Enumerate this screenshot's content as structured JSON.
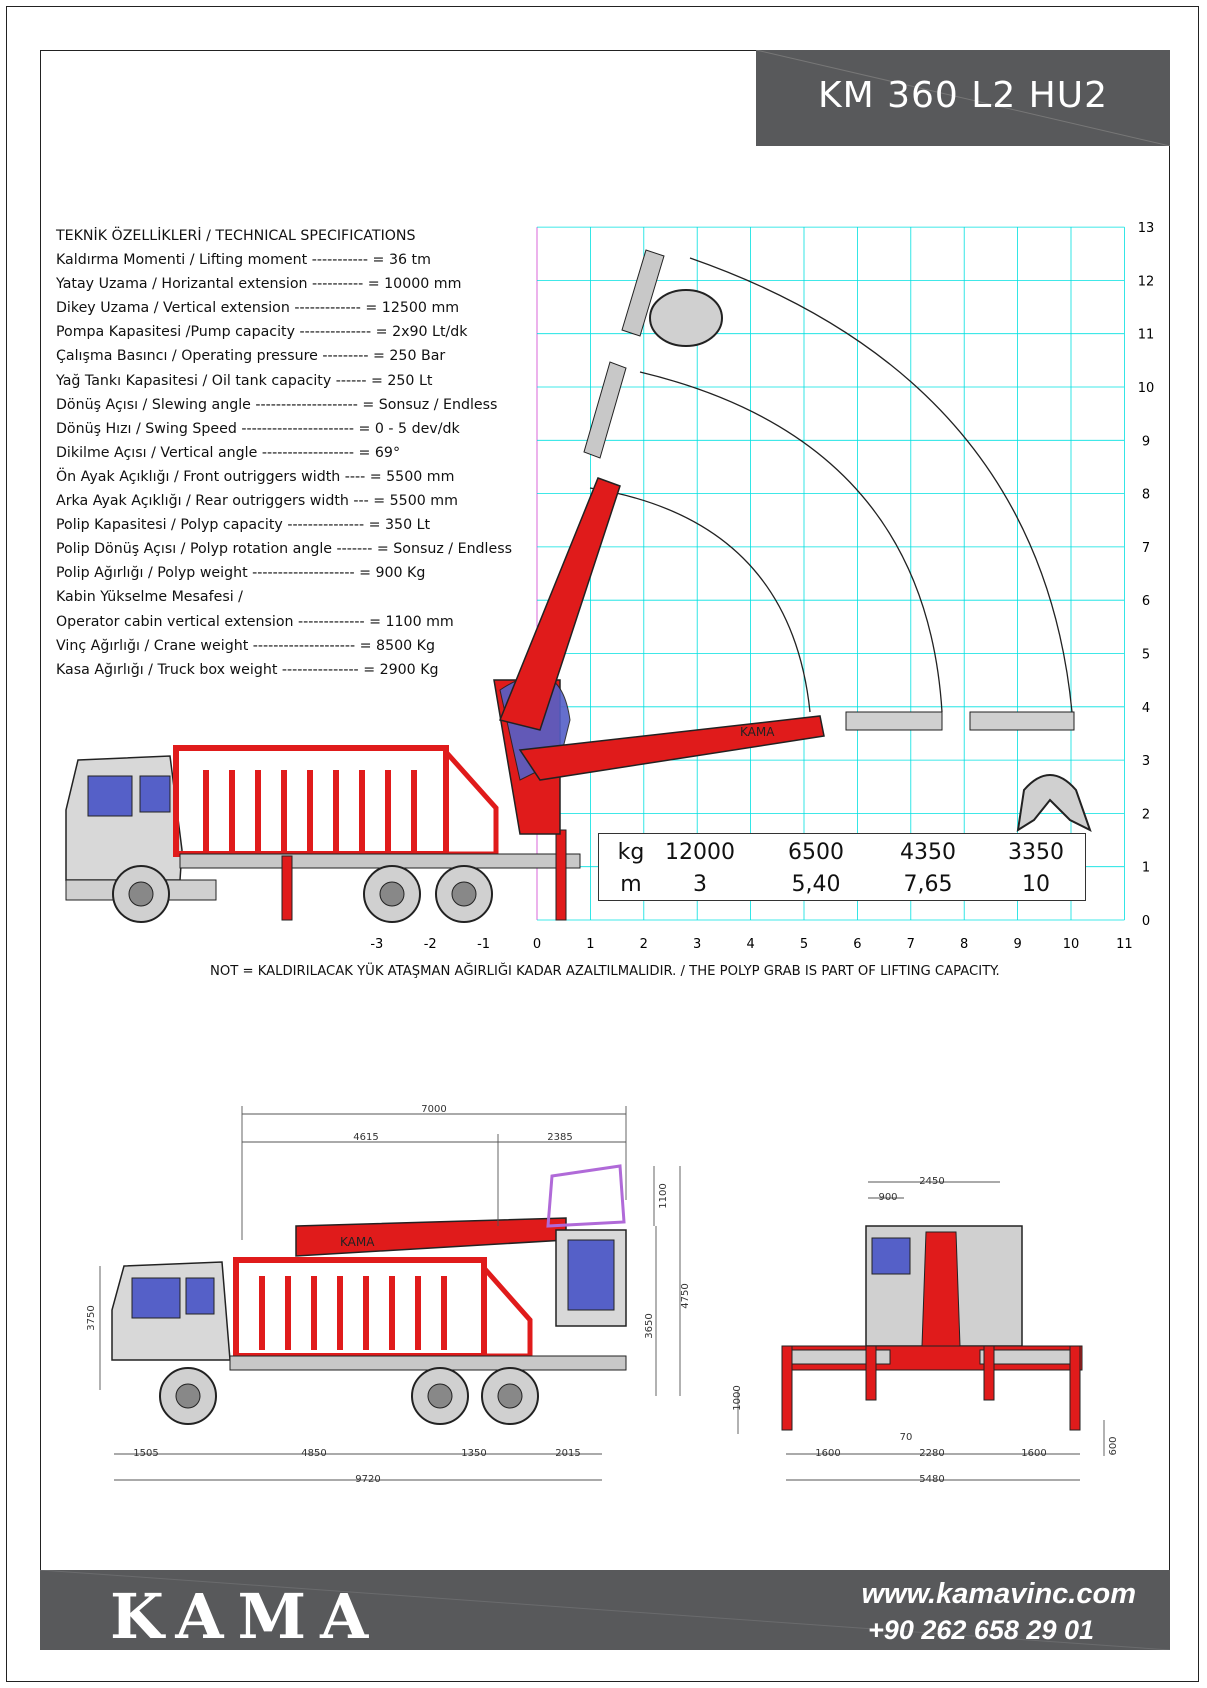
{
  "title": "KM 360 L2 HU2",
  "specs": {
    "heading": "TEKNİK ÖZELLİKLERİ / TECHNICAL SPECIFICATIONS",
    "rows": [
      "Kaldırma Momenti / Lifting moment ----------- = 36 tm",
      "Yatay Uzama / Horizantal extension ---------- = 10000 mm",
      "Dikey Uzama / Vertical extension ------------- = 12500 mm",
      "Pompa Kapasitesi /Pump capacity -------------- = 2x90 Lt/dk",
      "Çalışma Basıncı / Operating pressure --------- = 250 Bar",
      "Yağ Tankı Kapasitesi / Oil tank capacity ------ = 250 Lt",
      "Dönüş Açısı / Slewing angle -------------------- = Sonsuz / Endless",
      "Dönüş Hızı / Swing Speed ---------------------- = 0 - 5 dev/dk",
      "Dikilme Açısı / Vertical angle ------------------ = 69°",
      "Ön Ayak Açıklığı / Front outriggers width ---- = 5500 mm",
      "Arka Ayak Açıklığı / Rear outriggers width --- = 5500 mm",
      "Polip Kapasitesi / Polyp capacity --------------- = 350 Lt",
      "Polip Dönüş Açısı / Polyp rotation angle ------- = Sonsuz / Endless",
      "Polip Ağırlığı / Polyp weight -------------------- = 900 Kg",
      "Kabin Yükselme Mesafesi /",
      "Operator cabin vertical extension ------------- = 1100 mm",
      "Vinç Ağırlığı / Crane weight -------------------- = 8500 Kg",
      "Kasa Ağırlığı / Truck box weight --------------- = 2900 Kg"
    ]
  },
  "load_table": {
    "kg_label": "kg",
    "m_label": "m",
    "kg_values": [
      "12000",
      "6500",
      "4350",
      "3350"
    ],
    "m_values": [
      "3",
      "5,40",
      "7,65",
      "10"
    ]
  },
  "grid": {
    "x_ticks": [
      "-3",
      "-2",
      "-1",
      "0",
      "1",
      "2",
      "3",
      "4",
      "5",
      "6",
      "7",
      "8",
      "9",
      "10",
      "11"
    ],
    "y_ticks": [
      "0",
      "1",
      "2",
      "3",
      "4",
      "5",
      "6",
      "7",
      "8",
      "9",
      "10",
      "11",
      "12",
      "13"
    ],
    "line_color": "#00e0e0"
  },
  "note": "NOT = KALDIRILACAK YÜK ATAŞMAN AĞIRLIĞI KADAR AZALTILMALIDIR. / THE POLYP GRAB IS PART OF LIFTING CAPACITY.",
  "dimensions": {
    "side": [
      "7000",
      "4615",
      "2385",
      "1100",
      "3750",
      "3650",
      "4750",
      "1505",
      "4850",
      "1350",
      "2015",
      "9720"
    ],
    "rear": [
      "2450",
      "900",
      "1000",
      "70",
      "1600",
      "2280",
      "1600",
      "600",
      "5480"
    ]
  },
  "brand": {
    "logo": "KAMA",
    "boom_text": "KAMA",
    "website": "www.kamavinc.com",
    "phone": "+90 262 658 29 01"
  },
  "colors": {
    "crane_red": "#e01b1b",
    "band_gray": "#58595b",
    "window_blue": "#5560c8",
    "cabin_purple": "#b06ad8"
  }
}
